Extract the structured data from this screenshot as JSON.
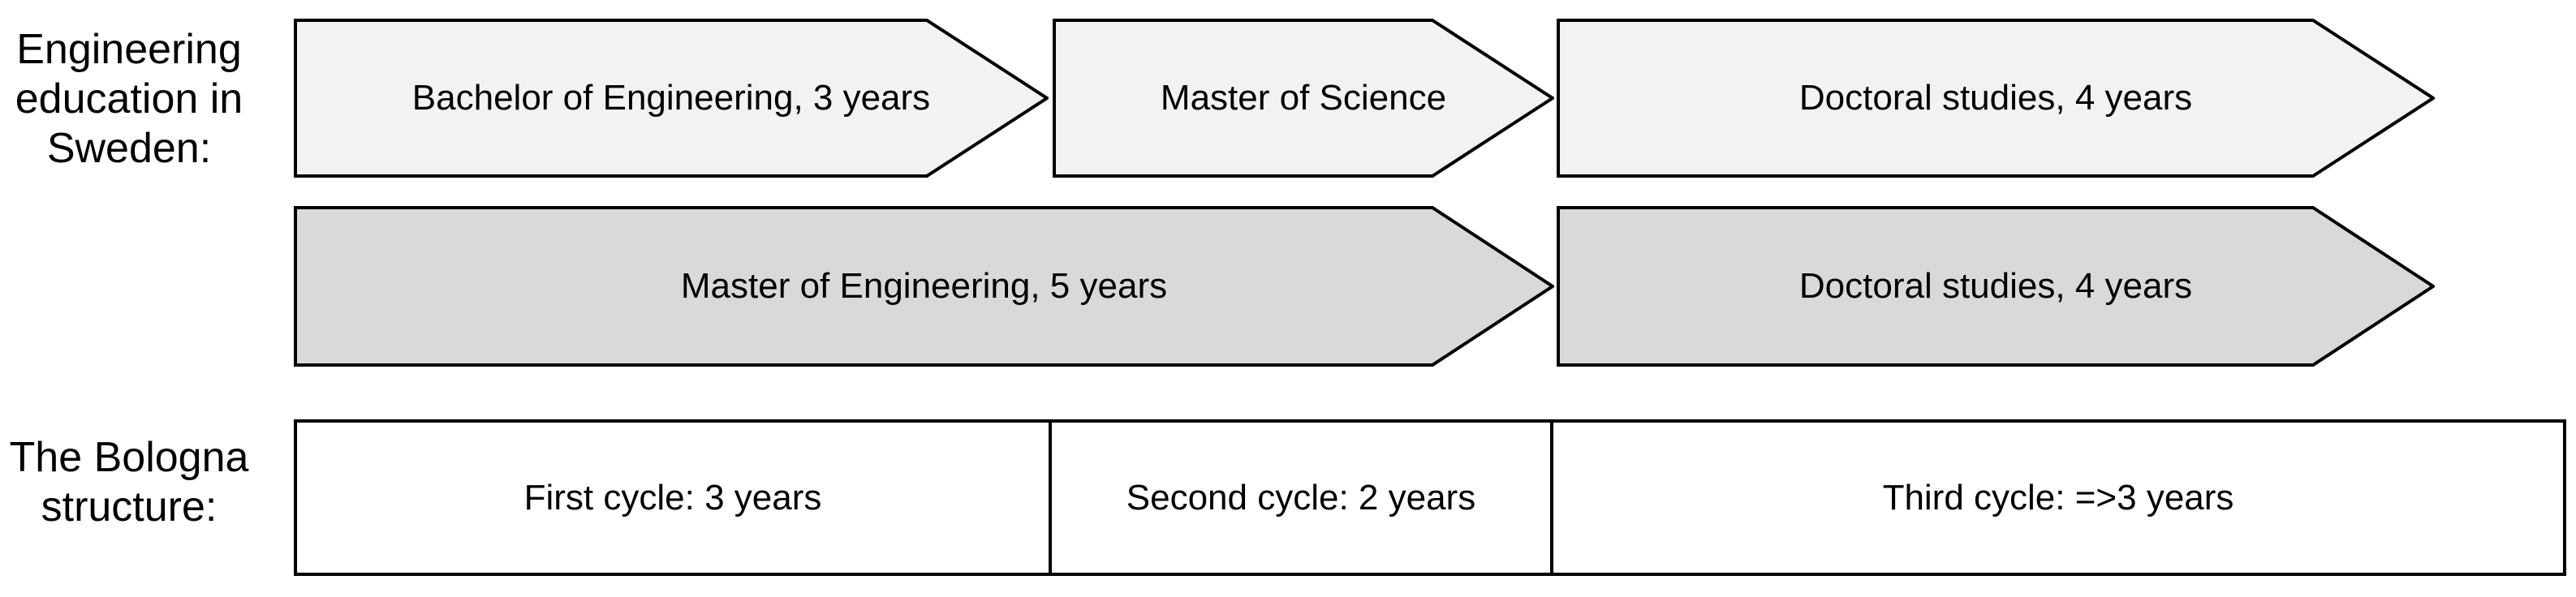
{
  "labels": {
    "sweden": [
      "Engineering",
      "education in",
      "Sweden:"
    ],
    "bologna": [
      "The Bologna",
      "structure:"
    ]
  },
  "sweden_row1": [
    {
      "label": "Bachelor of Engineering, 3 years"
    },
    {
      "label": "Master of Science"
    },
    {
      "label": "Doctoral studies, 4 years"
    }
  ],
  "sweden_row2": [
    {
      "label": "Master of Engineering, 5 years"
    },
    {
      "label": "Doctoral studies, 4 years"
    }
  ],
  "bologna_cells": [
    {
      "label": "First cycle: 3 years"
    },
    {
      "label": "Second cycle: 2 years"
    },
    {
      "label": "Third cycle: =>3 years"
    }
  ],
  "colors": {
    "row1_fill": "#f2f2f2",
    "row2_fill": "#d9d9d9",
    "row3_fill": "#ffffff",
    "stroke": "#000000",
    "text": "#000000",
    "background": "#ffffff"
  }
}
